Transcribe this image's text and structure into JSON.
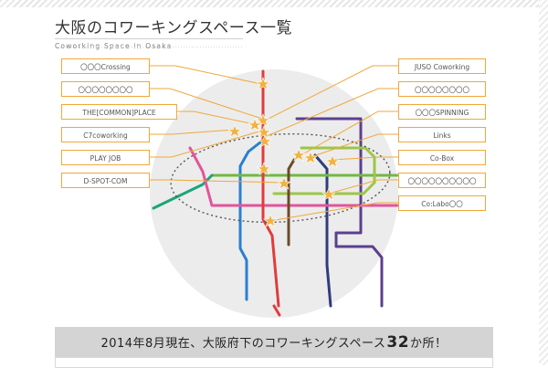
{
  "header": {
    "title": "大阪のコワーキングスペース一覧",
    "subtitle": "Coworking Space in Osaka"
  },
  "colors": {
    "accent": "#f0a83a",
    "star": "#f2b23e",
    "circle": "#ececec",
    "red_line": "#e03c3c",
    "purple_line": "#5b3f8f",
    "blue_line": "#2a7fd0",
    "green_line": "#72b943",
    "pink_line": "#e2559a",
    "teal_line": "#1aa57a",
    "brown_line": "#6b4a2a",
    "lime_line": "#9cc646"
  },
  "left_labels": [
    "〇〇〇Crossing",
    "〇〇〇〇〇〇〇〇",
    "THE[COMMON]PLACE",
    "C7coworking",
    "PLAY JOB",
    "D-SPOT-COM"
  ],
  "right_labels": [
    "JUSO Coworking",
    "〇〇〇〇〇〇〇〇",
    "〇〇〇SPINNING",
    "Links",
    "Co-Box",
    "〇〇〇〇〇〇〇〇〇〇",
    "Co:Labo〇〇"
  ],
  "banner": {
    "prefix": "2014年8月現在、大阪府下のコワーキングスペース",
    "count": "32",
    "suffix": "か所！"
  }
}
